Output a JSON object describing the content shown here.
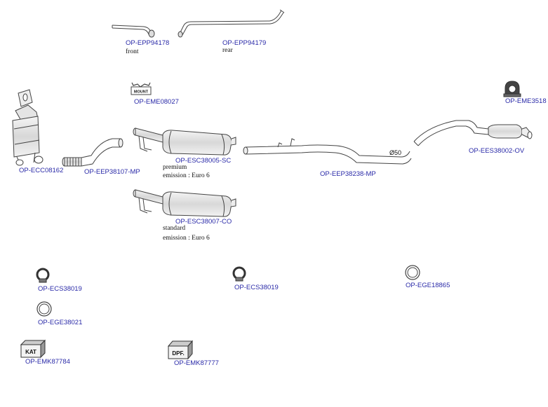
{
  "parts": {
    "front_pipe": {
      "code": "OP-EPP94178",
      "note": "front"
    },
    "rear_pipe": {
      "code": "OP-EPP94179",
      "note": "rear"
    },
    "mount": {
      "code": "OP-EME08027",
      "label": "MOUNT"
    },
    "rubber_mount": {
      "code": "OP-EME3518"
    },
    "catalyst": {
      "code": "OP-ECC08162"
    },
    "flex_pipe": {
      "code": "OP-EEP38107-MP"
    },
    "dpf_premium": {
      "code": "OP-ESC38005-SC",
      "note1": "premium",
      "note2": "emission : Euro 6"
    },
    "dpf_standard": {
      "code": "OP-ESC38007-CO",
      "note1": "standard",
      "note2": "emission : Euro 6"
    },
    "middle_pipe": {
      "code": "OP-EEP38238-MP",
      "diameter_label": "Ø50"
    },
    "rear_silencer": {
      "code": "OP-EES38002-OV"
    },
    "clamp_1": {
      "code": "OP-ECS38019"
    },
    "clamp_2": {
      "code": "OP-ECS38019"
    },
    "gasket_1": {
      "code": "OP-EGE38021"
    },
    "gasket_2": {
      "code": "OP-EGE18865"
    },
    "kit_kat": {
      "code": "OP-EMK87784",
      "box_label": "KAT"
    },
    "kit_dpf": {
      "code": "OP-EMK87777",
      "box_label": "DPF."
    }
  },
  "colors": {
    "link": "#2a2aa8",
    "outline": "#444444",
    "fill": "#e9e9e9"
  }
}
